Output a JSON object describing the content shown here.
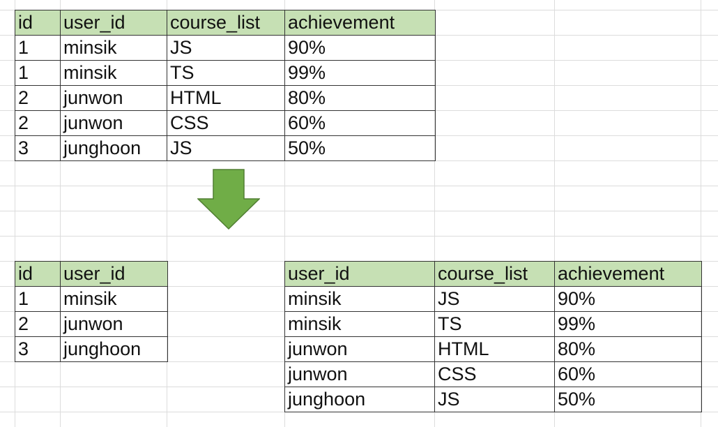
{
  "colors": {
    "header_fill": "#c6e0b4",
    "arrow_fill": "#70ad47",
    "arrow_stroke": "#507e32",
    "gridline": "#dcdcdc"
  },
  "source_table": {
    "headers": [
      "id",
      "user_id",
      "course_list",
      "achievement"
    ],
    "rows": [
      [
        "1",
        "minsik",
        "JS",
        "90%"
      ],
      [
        "1",
        "minsik",
        "TS",
        "99%"
      ],
      [
        "2",
        "junwon",
        "HTML",
        "80%"
      ],
      [
        "2",
        "junwon",
        "CSS",
        "60%"
      ],
      [
        "3",
        "junghoon",
        "JS",
        "50%"
      ]
    ]
  },
  "arrow_icon": "arrow-down-icon",
  "users_table": {
    "headers": [
      "id",
      "user_id"
    ],
    "rows": [
      [
        "1",
        "minsik"
      ],
      [
        "2",
        "junwon"
      ],
      [
        "3",
        "junghoon"
      ]
    ]
  },
  "courses_table": {
    "headers": [
      "user_id",
      "course_list",
      "achievement"
    ],
    "rows": [
      [
        "minsik",
        "JS",
        "90%"
      ],
      [
        "minsik",
        "TS",
        "99%"
      ],
      [
        "junwon",
        "HTML",
        "80%"
      ],
      [
        "junwon",
        "CSS",
        "60%"
      ],
      [
        "junghoon",
        "JS",
        "50%"
      ]
    ]
  }
}
